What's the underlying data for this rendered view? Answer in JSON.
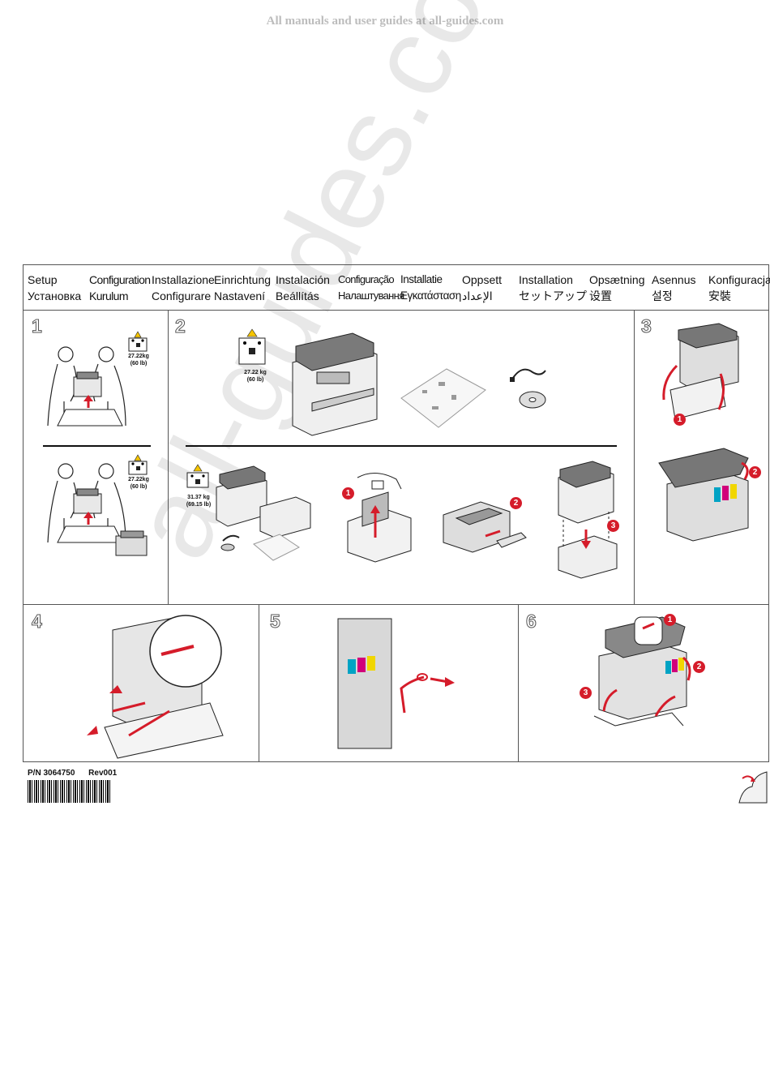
{
  "banner": "All manuals and user guides at all-guides.com",
  "languages": [
    {
      "top": "Setup",
      "bottom": "Установка"
    },
    {
      "top": "Configuration",
      "bottom": "Kurulum"
    },
    {
      "top": "Installazione",
      "bottom": "Configurare"
    },
    {
      "top": "Einrichtung",
      "bottom": "Nastavení"
    },
    {
      "top": "Instalación",
      "bottom": "Beállítás"
    },
    {
      "top": "Configuração",
      "bottom": "Налаштування"
    },
    {
      "top": "Installatie",
      "bottom": "Εγκατάσταση"
    },
    {
      "top": "Oppsett",
      "bottom": "الإعداد"
    },
    {
      "top": "Installation",
      "bottom": "セットアップ"
    },
    {
      "top": "Opsætning",
      "bottom": "设置"
    },
    {
      "top": "Asennus",
      "bottom": "설정"
    },
    {
      "top": "Konfiguracja",
      "bottom": "安裝"
    }
  ],
  "steps": {
    "s1": "1",
    "s2": "2",
    "s3": "3",
    "s4": "4",
    "s5": "5",
    "s6": "6"
  },
  "weights": {
    "w1_kg": "27.22kg",
    "w1_lb": "(60 lb)",
    "w2_kg": "27.22kg",
    "w2_lb": "(60 lb)",
    "w3_kg": "27.22 kg",
    "w3_lb": "(60 lb)",
    "w4_kg": "31.37 kg",
    "w4_lb": "(69.15 lb)"
  },
  "callouts": {
    "c2_1": "1",
    "c2_2": "2",
    "c2_3": "3",
    "c3_1": "1",
    "c3_2": "2",
    "c6_1": "1",
    "c6_2": "2",
    "c6_3": "3"
  },
  "footer": {
    "part_number": "P/N 3064750",
    "revision": "Rev001"
  },
  "watermark": "all-guides.com",
  "colors": {
    "accent": "#d51c2a",
    "line": "#555555"
  }
}
